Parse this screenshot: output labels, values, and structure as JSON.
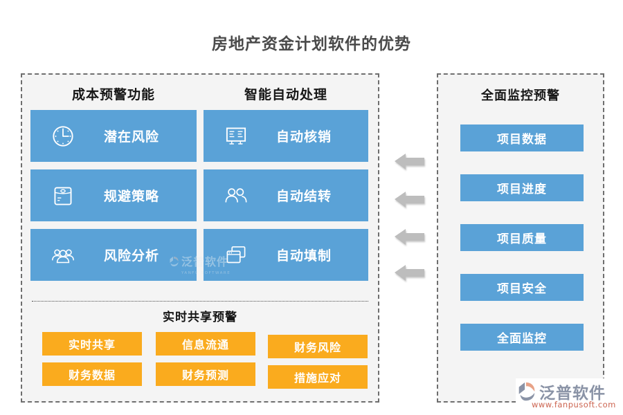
{
  "title": "房地产资金计划软件的优势",
  "left_panel": {
    "columns": [
      {
        "header": "成本预警功能",
        "items": [
          {
            "icon": "clock-icon",
            "label": "潜在风险"
          },
          {
            "icon": "pouch-icon",
            "label": "规避策略"
          },
          {
            "icon": "group-icon",
            "label": "风险分析"
          }
        ]
      },
      {
        "header": "智能自动处理",
        "items": [
          {
            "icon": "ledger-icon",
            "label": "自动核销"
          },
          {
            "icon": "people-icon",
            "label": "自动结转"
          },
          {
            "icon": "windows-icon",
            "label": "自动填制"
          }
        ]
      }
    ],
    "share": {
      "header": "实时共享预警",
      "buttons": [
        "实时共享",
        "信息流通",
        "财务风险",
        "财务数据",
        "财务预测",
        "措施应对"
      ]
    }
  },
  "right_panel": {
    "header": "全面监控预警",
    "items": [
      "项目数据",
      "项目进度",
      "项目质量",
      "项目安全",
      "全面监控"
    ]
  },
  "arrows": {
    "count": 4,
    "direction": "left"
  },
  "branding": {
    "name": "泛普软件",
    "url": "www.fanpusoft.com"
  },
  "watermark": {
    "text": "泛普软件",
    "subtext": "YANFU SOFTWARE"
  },
  "colors": {
    "blue": "#5AA2D7",
    "orange": "#FAAB1E",
    "arrow": "#BDBDBD",
    "panel-bg": "#F4F4F4",
    "border": "#6E6E6E",
    "title": "#4A4A4A",
    "header": "#161616",
    "logo-gray": "#8A93A6",
    "url-red": "#CC6450"
  }
}
